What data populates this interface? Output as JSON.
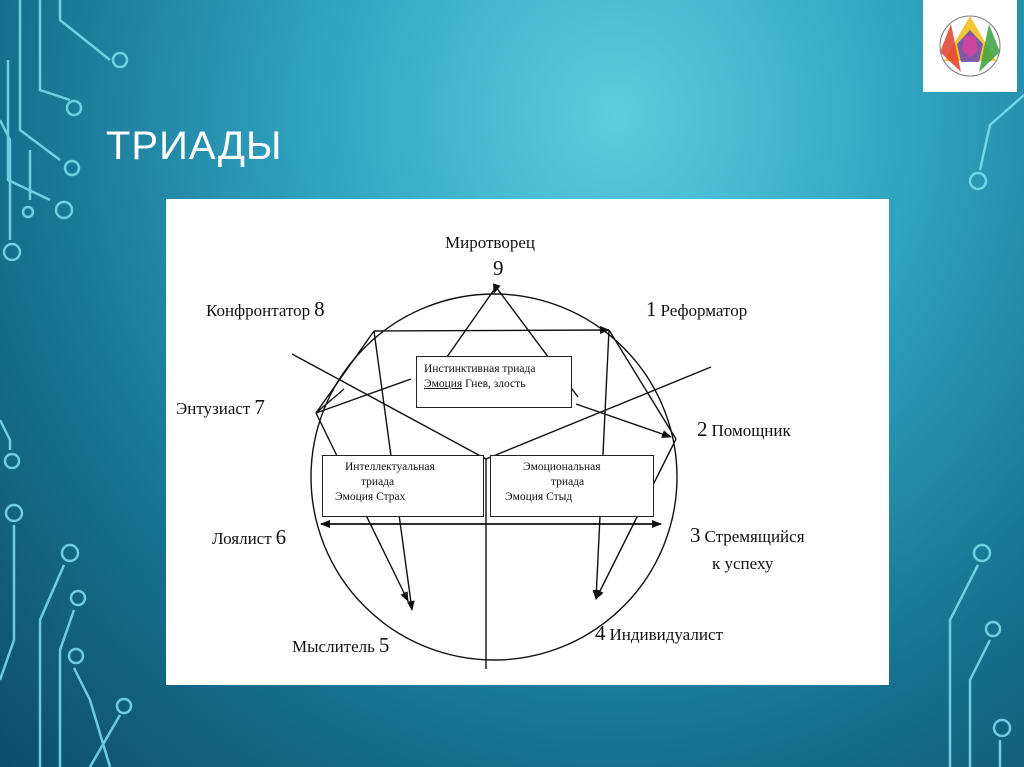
{
  "slide": {
    "title": "ТРИАДЫ"
  },
  "logo": {
    "icon": "enneagram-logo-icon"
  },
  "points": {
    "p9": {
      "name": "Миротворец",
      "num": "9"
    },
    "p1": {
      "name": "Реформатор",
      "num": "1"
    },
    "p2": {
      "name": "Помощник",
      "num": "2"
    },
    "p3": {
      "line1": "Стремящийся",
      "line2": "к успеху",
      "num": "3"
    },
    "p4": {
      "name": "Индивидуалист",
      "num": "4"
    },
    "p5": {
      "name": "Мыслитель",
      "num": "5"
    },
    "p6": {
      "name": "Лоялист",
      "num": "6"
    },
    "p7": {
      "name": "Энтузиаст",
      "num": "7"
    },
    "p8": {
      "name": "Конфронтатор",
      "num": "8"
    }
  },
  "triads": {
    "instinctive": {
      "title": "Инстинктивная триада",
      "emotion_label": "Эмоция",
      "emotion": "Гнев, злость"
    },
    "intellectual": {
      "title_l1": "Интеллектуальная",
      "title_l2": "триада",
      "emotion_label": "Эмоция",
      "emotion": "Страх"
    },
    "emotional": {
      "title_l1": "Эмоциональная",
      "title_l2": "триада",
      "emotion_label": "Эмоция",
      "emotion": "Стыд"
    }
  }
}
